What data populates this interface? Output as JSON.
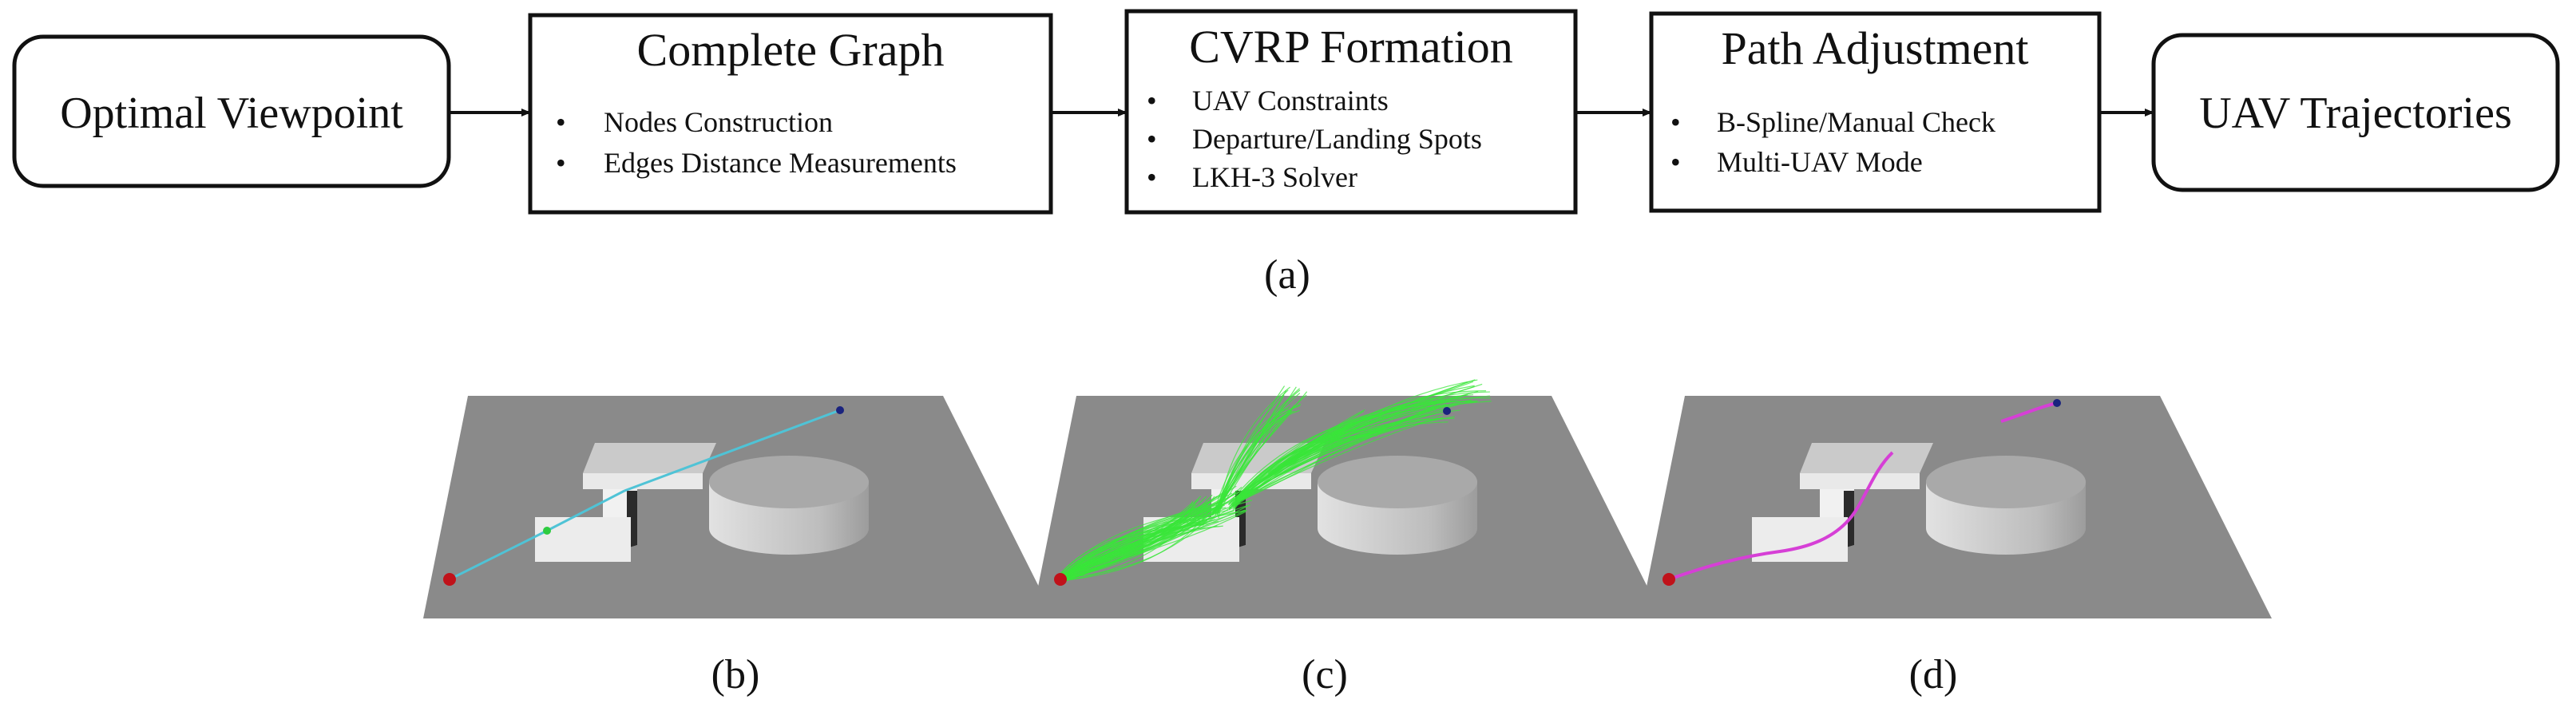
{
  "flow": {
    "start": "Optimal Viewpoint",
    "end": "UAV Trajectories",
    "steps": [
      {
        "title": "Complete Graph",
        "bullets": [
          "Nodes Construction",
          "Edges Distance Measurements"
        ]
      },
      {
        "title": "CVRP Formation",
        "bullets": [
          "UAV Constraints",
          "Departure/Landing Spots",
          "LKH-3 Solver"
        ]
      },
      {
        "title": "Path Adjustment",
        "bullets": [
          "B-Spline/Manual Check",
          "Multi-UAV Mode"
        ]
      }
    ],
    "bullet_char": "•"
  },
  "captions": {
    "a": "(a)",
    "b": "(b)",
    "c": "(c)",
    "d": "(d)"
  },
  "colors": {
    "ground": "#8a8a8a",
    "block_top": "#d9d9d9",
    "cylinder": "#a9a9a9",
    "straight_path": "#4fc3d6",
    "candidate_paths": "#39e639",
    "smoothed_path": "#d63fd6",
    "start_point": "#c0121a",
    "end_point": "#1a237e",
    "waypoint": "#2ecc40"
  }
}
